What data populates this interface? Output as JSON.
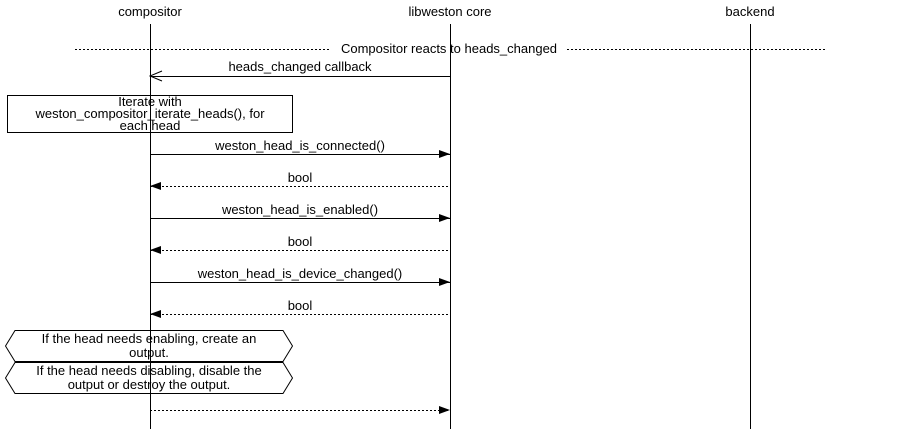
{
  "colors": {
    "line": "#000000",
    "text": "#000000",
    "background": "#ffffff"
  },
  "participants": [
    {
      "label": "compositor"
    },
    {
      "label": "libweston core"
    },
    {
      "label": "backend"
    }
  ],
  "divider": {
    "label": "Compositor reacts to heads_changed"
  },
  "messages": [
    {
      "label": "heads_changed callback",
      "from": "libweston core",
      "to": "compositor",
      "line": "solid",
      "arrowhead": "open"
    },
    {
      "label": "weston_head_is_connected()",
      "from": "compositor",
      "to": "libweston core",
      "line": "solid",
      "arrowhead": "filled"
    },
    {
      "label": "bool",
      "from": "libweston core",
      "to": "compositor",
      "line": "dotted",
      "arrowhead": "filled"
    },
    {
      "label": "weston_head_is_enabled()",
      "from": "compositor",
      "to": "libweston core",
      "line": "solid",
      "arrowhead": "filled"
    },
    {
      "label": "bool",
      "from": "libweston core",
      "to": "compositor",
      "line": "dotted",
      "arrowhead": "filled"
    },
    {
      "label": "weston_head_is_device_changed()",
      "from": "compositor",
      "to": "libweston core",
      "line": "solid",
      "arrowhead": "filled"
    },
    {
      "label": "bool",
      "from": "libweston core",
      "to": "compositor",
      "line": "dotted",
      "arrowhead": "filled"
    },
    {
      "label": "",
      "from": "compositor",
      "to": "libweston core",
      "line": "dotted",
      "arrowhead": "filled"
    }
  ],
  "note": {
    "lines": [
      "Iterate with",
      "weston_compositor_iterate_heads(), for",
      "each head"
    ]
  },
  "conditions": [
    {
      "lines": [
        "If the head needs enabling, create an",
        "output."
      ]
    },
    {
      "lines": [
        "If the head needs disabling, disable the",
        "output or destroy the output."
      ]
    }
  ]
}
